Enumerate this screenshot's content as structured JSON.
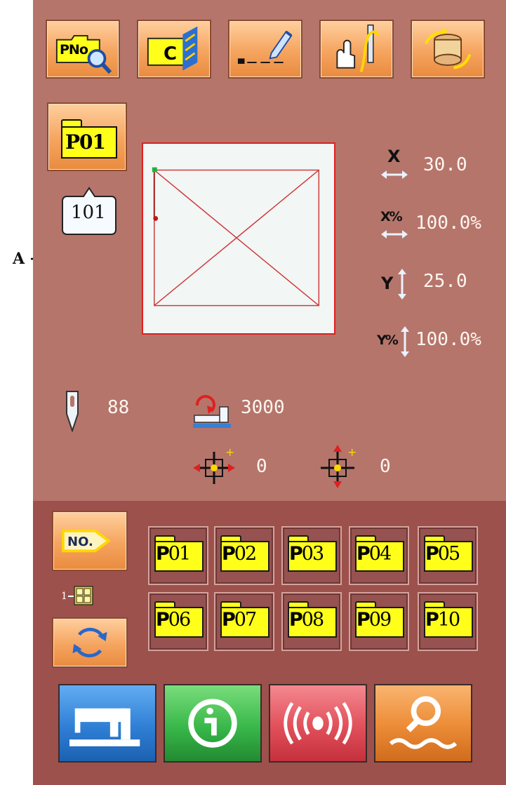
{
  "annotation": {
    "label": "A"
  },
  "toolbar": {
    "pattern_search": {
      "label": "PNo",
      "icon": "folder-search-icon"
    },
    "clear_counter": {
      "label": "C",
      "icon": "clear-counter-icon"
    },
    "stitch_edit": {
      "icon": "stitch-edit-icon"
    },
    "threading": {
      "icon": "hand-needle-threading-icon"
    },
    "winding": {
      "icon": "bobbin-winding-icon"
    }
  },
  "pattern": {
    "selected_label": "P01",
    "number": "101"
  },
  "params": {
    "x_scale_label": "X",
    "x_value": "30.0",
    "x_pct_label": "X%",
    "x_pct_value": "100.0%",
    "y_scale_label": "Y",
    "y_value": "25.0",
    "y_pct_label": "Y%",
    "y_pct_value": "100.0%"
  },
  "status": {
    "needle_value": "88",
    "speed_value": "3000",
    "x_offset_value": "0",
    "y_offset_value": "0"
  },
  "register": {
    "no_label": "NO.",
    "grid_prefix": "1",
    "patterns": [
      {
        "p": "P",
        "n": "01"
      },
      {
        "p": "P",
        "n": "02"
      },
      {
        "p": "P",
        "n": "03"
      },
      {
        "p": "P",
        "n": "04"
      },
      {
        "p": "P",
        "n": "05"
      },
      {
        "p": "P",
        "n": "06"
      },
      {
        "p": "P",
        "n": "07"
      },
      {
        "p": "P",
        "n": "08"
      },
      {
        "p": "P",
        "n": "09"
      },
      {
        "p": "P",
        "n": "10"
      }
    ]
  },
  "colors": {
    "upper_bg": "#b5756b",
    "lower_bg": "#9c514c",
    "sew_button": "#2f7fd6",
    "info_button": "#39b84a",
    "comm_button": "#e1505a",
    "search_button": "#ec8b36"
  }
}
